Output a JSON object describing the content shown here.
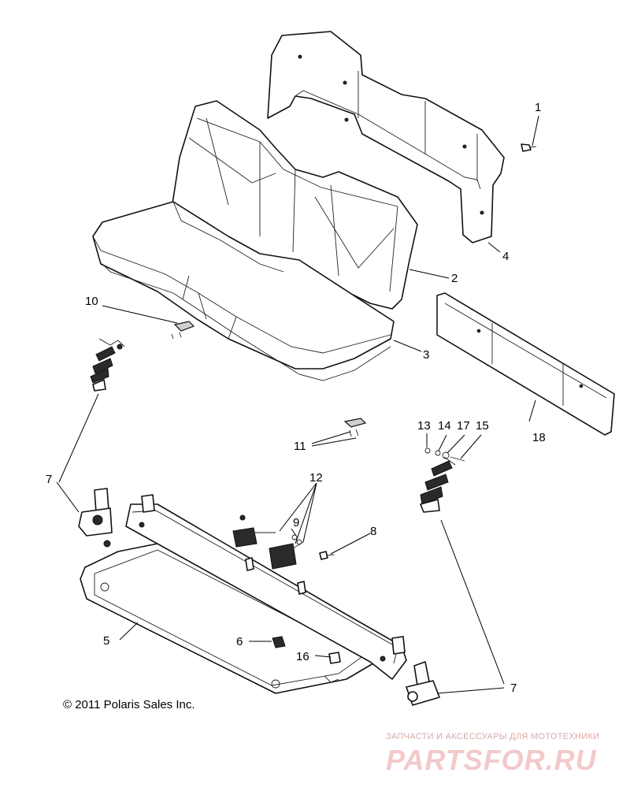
{
  "callouts": {
    "c1": "1",
    "c2": "2",
    "c3": "3",
    "c4": "4",
    "c5": "5",
    "c6": "6",
    "c7a": "7",
    "c7b": "7",
    "c8": "8",
    "c9": "9",
    "c10": "10",
    "c11": "11",
    "c12": "12",
    "c13": "13",
    "c14": "14",
    "c15": "15",
    "c16": "16",
    "c17": "17",
    "c18": "18"
  },
  "copyright": "© 2011 Polaris Sales Inc.",
  "watermark": {
    "tagline": "ЗАПЧАСТИ И АКСЕССУАРЫ ДЛЯ МОТОТЕХНИКИ",
    "brand": "PARTSFOR.RU"
  }
}
